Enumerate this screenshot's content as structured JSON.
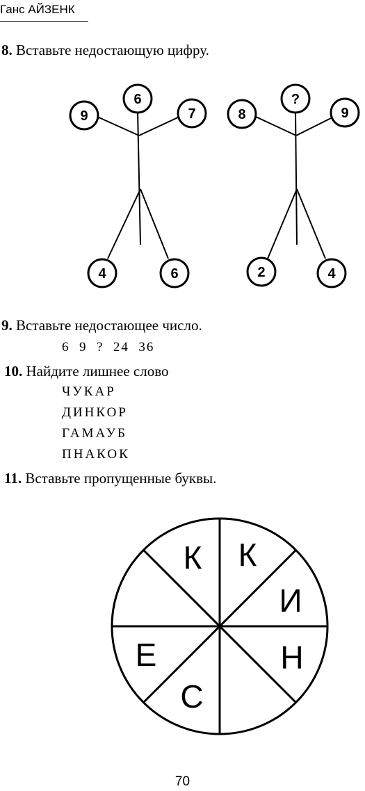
{
  "header": {
    "author": "Ганс АЙЗЕНК"
  },
  "problem8": {
    "number": "8.",
    "text": "Вставьте недостающую цифру.",
    "figure_left": {
      "head": "6",
      "left_hand": "9",
      "right_hand": "7",
      "left_foot": "4",
      "right_foot": "6"
    },
    "figure_right": {
      "head": "?",
      "left_hand": "8",
      "right_hand": "9",
      "left_foot": "2",
      "right_foot": "4"
    }
  },
  "problem9": {
    "number": "9.",
    "text": "Вставьте недостающее число.",
    "sequence": "6  9  ?  24  36"
  },
  "problem10": {
    "number": "10.",
    "text": "Найдите лишнее слово",
    "words": [
      "ЧУКАР",
      "ДИНКОР",
      "ГАМАУБ",
      "ПНАКОК"
    ]
  },
  "problem11": {
    "number": "11.",
    "text": "Вставьте пропущенные буквы.",
    "sectors": {
      "top_left": "К",
      "top_right": "К",
      "right_upper": "И",
      "right_lower": "Н",
      "bottom_right": "",
      "bottom_left": "С",
      "left_lower": "Е",
      "left_upper": ""
    }
  },
  "page_number": "70"
}
